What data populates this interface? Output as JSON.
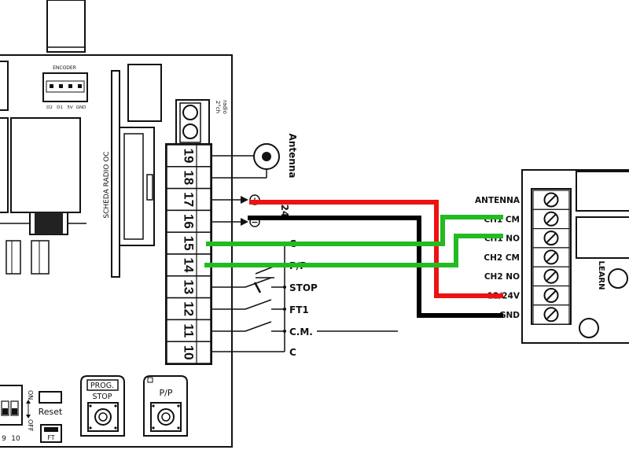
{
  "board": {
    "encoder_title": "ENCODER",
    "encoder_pins": [
      "D2",
      "D1",
      "5V",
      "GND"
    ],
    "radio_slot_label": "SCHEDA RADIO OC",
    "radio_2ch_line1": "2°ch",
    "radio_2ch_line2": "radio",
    "antenna_label": "Antenna",
    "terminals": [
      "19",
      "18",
      "17",
      "16",
      "15",
      "14",
      "13",
      "12",
      "11",
      "10"
    ],
    "side_labels": {
      "t16": "24",
      "t15": "C",
      "t14": "P/P",
      "t13": "STOP",
      "t12": "FT1",
      "t11": "C.M.",
      "t10": "C"
    },
    "plus_symbol": "+",
    "minus_symbol": "−",
    "dip_on": "ON",
    "dip_off": "OFF",
    "dip_numbers": [
      "9",
      "10"
    ],
    "reset_label": "Reset",
    "ft_label": "FT",
    "prog_label": "PROG.",
    "stop_label": "STOP",
    "pp_label": "P/P"
  },
  "receiver": {
    "pins": [
      "ANTENNA",
      "CH1 CM",
      "CH1 NO",
      "CH2 CM",
      "CH2 NO",
      "12/24V",
      "GND"
    ],
    "learn_label": "LEARN"
  },
  "colors": {
    "wire_power_positive": "#ee1111",
    "wire_power_negative": "#000000",
    "wire_signal": "#22bb22"
  }
}
